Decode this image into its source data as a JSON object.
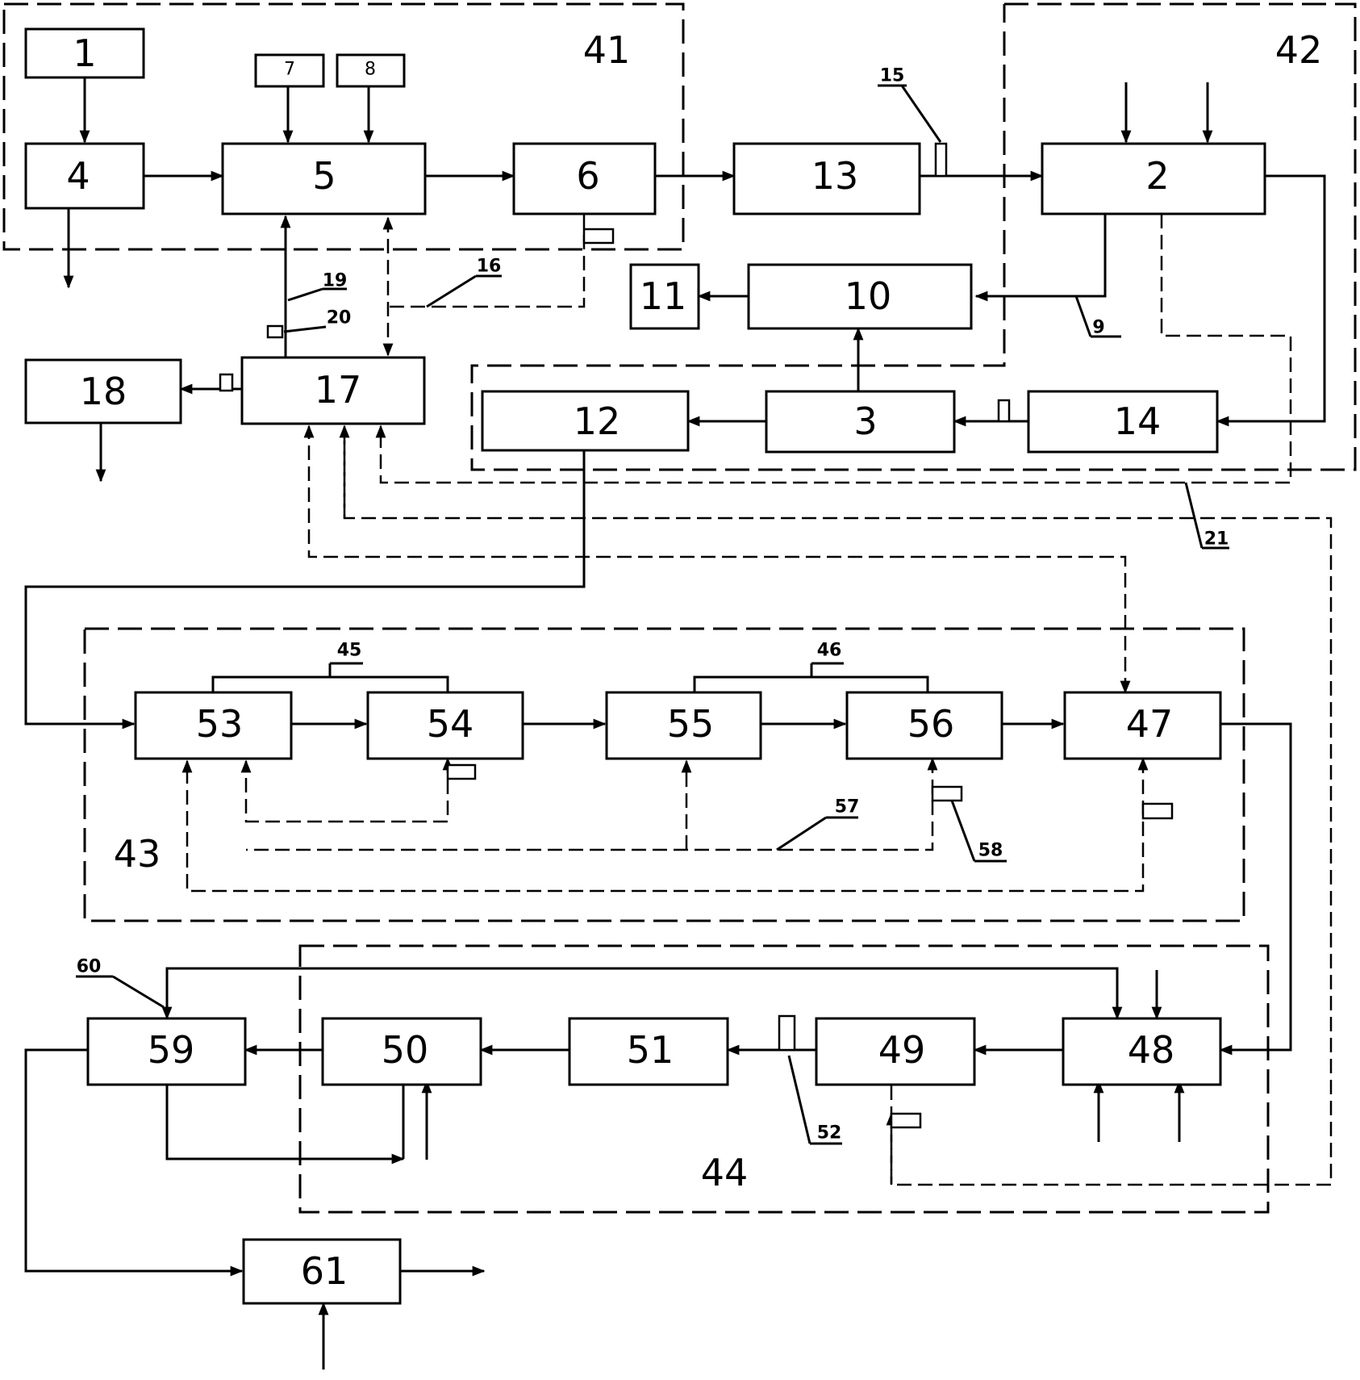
{
  "diagram": {
    "boxes": {
      "b1": "1",
      "b4": "4",
      "b5": "5",
      "b6": "6",
      "b7": "7",
      "b8": "8",
      "b13": "13",
      "b2": "2",
      "b10": "10",
      "b11": "11",
      "b17": "17",
      "b18": "18",
      "b12": "12",
      "b3": "3",
      "b14": "14",
      "b53": "53",
      "b54": "54",
      "b55": "55",
      "b56": "56",
      "b47": "47",
      "b59": "59",
      "b50": "50",
      "b51": "51",
      "b49": "49",
      "b48": "48",
      "b61": "61"
    },
    "zones": {
      "z41": "41",
      "z42": "42",
      "z43": "43",
      "z44": "44"
    },
    "refs": {
      "r15": "15",
      "r16": "16",
      "r19": "19",
      "r20": "20",
      "r9": "9",
      "r21": "21",
      "r45": "45",
      "r46": "46",
      "r57": "57",
      "r58": "58",
      "r60": "60",
      "r52": "52"
    }
  }
}
